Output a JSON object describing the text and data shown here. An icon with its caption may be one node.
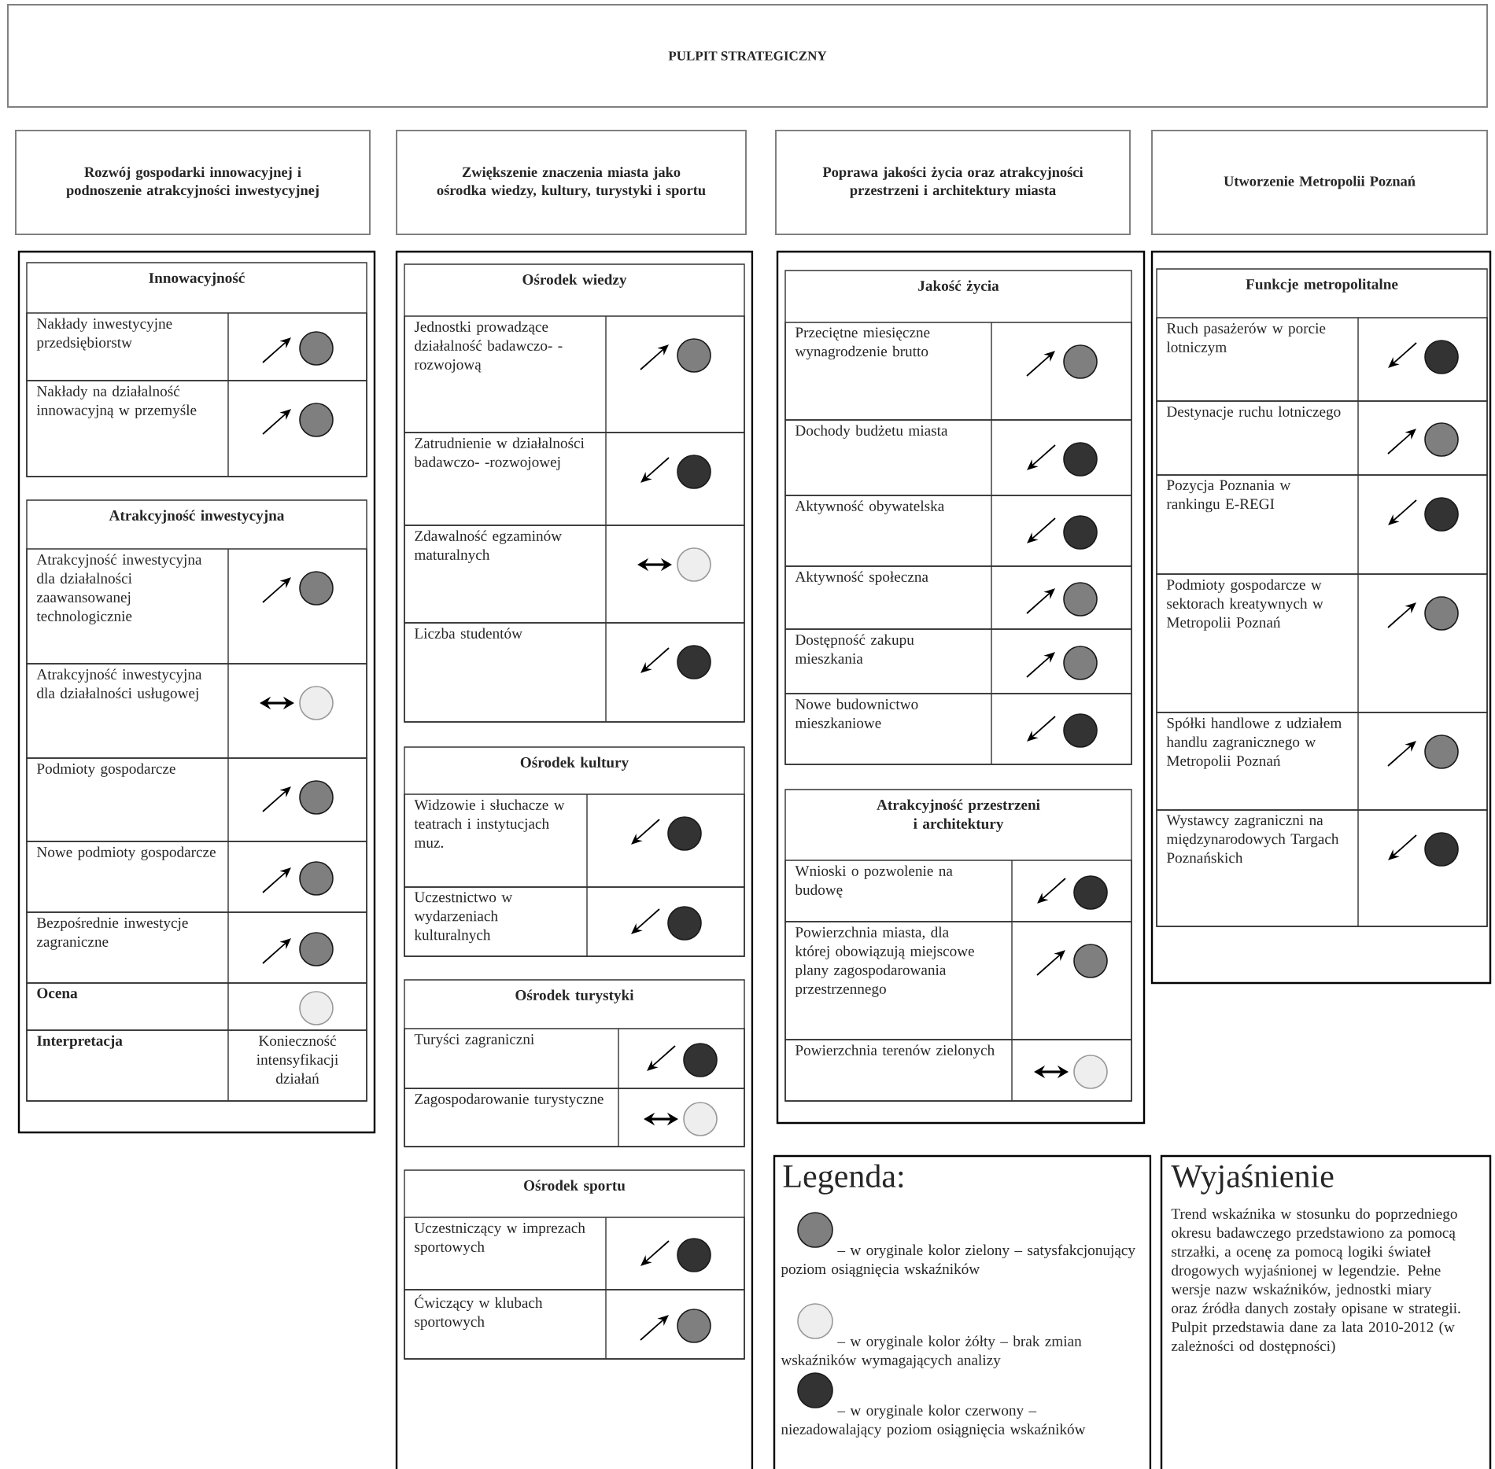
{
  "diagram": {
    "nodes": [
      {
        "text": [
          "PULPIT STRATEGICZNY"
        ]
      },
      {
        "text": [
          "Rozwój gospodarki innowacyjnej i podnoszenie atrakcyjności inwestycyjnej"
        ]
      },
      {
        "text": [],
        "shape": "box"
      },
      {
        "text": [
          "Innowacyjność"
        ],
        "in": 2
      },
      {
        "text": [
          "Nakłady inwestycyjne przedsiębiorstw"
        ],
        "in": 3
      },
      {
        "text": [
          "Nakłady na działalność innowacyjną w przemyśle"
        ],
        "in": 3
      },
      {
        "text": [
          "Atrakcyjność inwestycyjna"
        ],
        "in": 2
      },
      {
        "text": [
          "Atrakcyjność inwestycyjna dla działalności zaawansowanej technologicznie"
        ],
        "in": 6
      },
      {
        "text": [
          "Atrakcyjność inwestycyjna dla działalności usługowej"
        ],
        "in": 6
      },
      {
        "text": [
          "Podmioty gospodarcze"
        ],
        "in": 6
      },
      {
        "text": [
          "Nowe podmioty gospodarcze"
        ],
        "in": 6
      },
      {
        "text": [
          "Bezpośrednie inwestycje zagraniczne"
        ],
        "in": 6
      },
      {
        "text": [
          "Ocena"
        ],
        "in": 6
      },
      {
        "text": [
          "Interpretacja",
          "Konieczność intensyfikacji działań"
        ],
        "in": 6
      },
      {
        "text": [
          "Zwiększenie znaczenia miasta jako ośrodka wiedzy, kultury, turystyki i sportu"
        ]
      },
      {
        "text": [],
        "shape": "box"
      },
      {
        "text": [
          "Ośrodek wiedzy"
        ],
        "in": 15
      },
      {
        "text": [
          "Jednostki prowadzące działalność badawczo- -rozwojową"
        ],
        "in": 16
      },
      {
        "text": [
          "Zatrudnienie w działalności badawczo- -rozwojowej"
        ],
        "in": 16
      },
      {
        "text": [
          "Zdawalność egzaminów maturalnych"
        ],
        "in": 16
      },
      {
        "text": [
          "Liczba studentów"
        ],
        "in": 16
      },
      {
        "text": [
          "Ośrodek kultury"
        ],
        "in": 15
      },
      {
        "text": [
          "Widzowie i słuchacze w teatrach i instytucjach muz."
        ],
        "in": 21
      },
      {
        "text": [
          "Uczestnictwo w wydarzeniach kulturalnych"
        ],
        "in": 21
      },
      {
        "text": [
          "Ośrodek turystyki"
        ],
        "in": 15
      },
      {
        "text": [
          "Turyści zagraniczni"
        ],
        "in": 24
      },
      {
        "text": [
          "Zagospodarowanie turystyczne"
        ],
        "in": 24
      },
      {
        "text": [
          "Ośrodek sportu"
        ],
        "in": 15
      },
      {
        "text": [
          "Uczestniczący w imprezach sportowych"
        ],
        "in": 27
      },
      {
        "text": [
          "Ćwiczący w klubach sportowych"
        ],
        "in": 27
      },
      {
        "text": [
          "Poprawa jakości życia oraz atrakcyjności przestrzeni i architektury miasta"
        ]
      },
      {
        "text": [],
        "shape": "box"
      },
      {
        "text": [
          "Jakość życia"
        ],
        "in": 31
      },
      {
        "text": [
          "Przeciętne miesięczne wynagrodzenie brutto"
        ],
        "in": 32
      },
      {
        "text": [
          "Dochody budżetu miasta"
        ],
        "in": 32
      },
      {
        "text": [
          "Aktywność obywatelska"
        ],
        "in": 32
      },
      {
        "text": [
          "Aktywność społeczna"
        ],
        "in": 32
      },
      {
        "text": [
          "Dostępność zakupu mieszkania"
        ],
        "in": 32
      },
      {
        "text": [
          "Nowe budownictwo mieszkaniowe"
        ],
        "in": 32
      },
      {
        "text": [
          "Atrakcyjność przestrzeni i architektury"
        ],
        "in": 31
      },
      {
        "text": [
          "Wnioski o pozwolenie na budowę"
        ],
        "in": 39
      },
      {
        "text": [
          "Powierzchnia miasta, dla której obowiązują miejscowe plany zagospodarowania przestrzennego"
        ],
        "in": 39
      },
      {
        "text": [
          "Powierzchnia terenów zielonych"
        ],
        "in": 39
      },
      {
        "text": [
          "Utworzenie Metropolii Poznań"
        ]
      },
      {
        "text": [],
        "shape": "box"
      },
      {
        "text": [
          "Funkcje metropolitalne"
        ],
        "in": 44
      },
      {
        "text": [
          "Ruch pasażerów w porcie lotniczym"
        ],
        "in": 45
      },
      {
        "text": [
          "Destynacje ruchu lotniczego"
        ],
        "in": 45
      },
      {
        "text": [
          "Pozycja Poznania w rankingu E-REGI"
        ],
        "in": 45
      },
      {
        "text": [
          "Podmioty gospodarcze w sektorach kreatywnych w Metropolii Poznań"
        ],
        "in": 45
      },
      {
        "text": [
          "Spółki handlowe z udziałem handlu zagranicznego w Metropolii Poznań"
        ],
        "in": 45
      },
      {
        "text": [
          "Wystawcy zagraniczni na międzynarodowych Targach Poznańskich"
        ],
        "in": 45
      },
      {
        "text": [
          "Legenda:"
        ]
      },
      {
        "text": [
          "Wyjaśnienie",
          "Trend wskaźnika w stosunku do poprzedniego okresu badawczego przedstawiono za pomocą strzałki, a ocenę za pomocą logiki świateł drogowych wyjaśnionej w legendzie. Pełne wersje nazw wskaźników, jednostki miary oraz źródła danych zostały opisane w strategii. Pulpit przedstawia dane za lata 2010-2012 (w zależności od dostępności)"
        ]
      }
    ],
    "legend": [
      {
        "text": "– w oryginale kolor zielony – satysfakcjonujący poziom osiągnięcia wskaźników",
        "color": "#7f7f7f"
      },
      {
        "text": "– w oryginale kolor żółty – brak zmian wskaźników wymagających analizy",
        "color": "#eeeeee"
      },
      {
        "text": "– w oryginale kolor czerwony – niezadowalający poziom osiągnięcia wskaźników",
        "color": "#333333"
      }
    ]
  }
}
